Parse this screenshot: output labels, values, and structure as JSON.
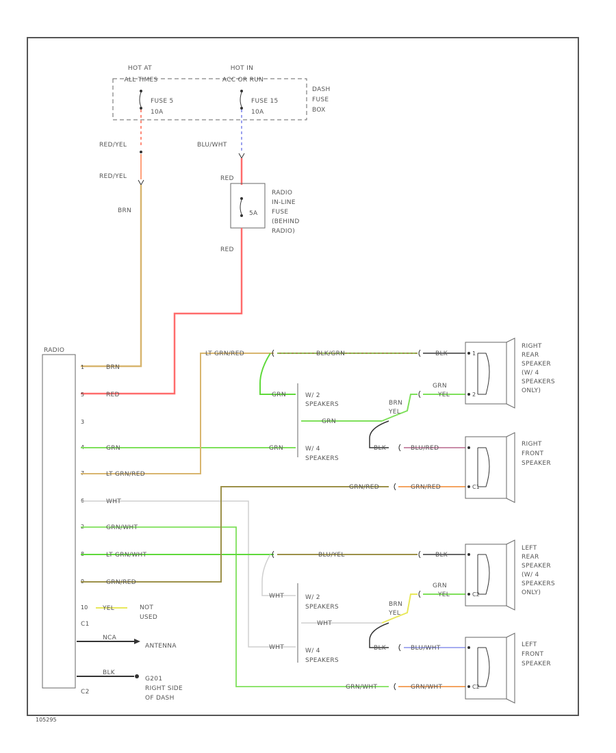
{
  "header": {
    "hot_at_all_times": [
      "HOT AT",
      "ALL TIMES"
    ],
    "hot_in_acc_run": [
      "HOT IN",
      "ACC OR RUN"
    ],
    "fuse_5": [
      "FUSE 5",
      "10A"
    ],
    "fuse_15": [
      "FUSE 15",
      "10A"
    ],
    "dash_fuse_box": [
      "DASH",
      "FUSE",
      "BOX"
    ]
  },
  "inline_fuse": {
    "rating": "5A",
    "label": [
      "RADIO",
      "IN-LINE",
      "FUSE",
      "(BEHIND",
      "RADIO)"
    ]
  },
  "radio": {
    "title": "RADIO",
    "pins": [
      "1",
      "5",
      "3",
      "4",
      "7",
      "6",
      "2",
      "8",
      "9",
      "10"
    ],
    "connectors": [
      "C1",
      "C2"
    ],
    "not_used": [
      "NOT",
      "USED"
    ],
    "antenna": "ANTENNA",
    "ground": [
      "G201",
      "RIGHT SIDE",
      "OF DASH"
    ]
  },
  "wires": {
    "red_yel": "RED/YEL",
    "blu_wht": "BLU/WHT",
    "red": "RED",
    "brn": "BRN",
    "grn": "GRN",
    "lt_grn_red": "LT GRN/RED",
    "wht": "WHT",
    "grn_wht": "GRN/WHT",
    "lt_grn_wht": "LT GRN/WHT",
    "grn_red": "GRN/RED",
    "yel": "YEL",
    "nca": "NCA",
    "blk": "BLK",
    "blk_grn": "BLK/GRN",
    "blu_red": "BLU/RED",
    "blu_yel": "BLU/YEL",
    "brn_yel": [
      "BRN",
      "YEL"
    ]
  },
  "splices": {
    "w2_speakers": [
      "W/ 2",
      "SPEAKERS"
    ],
    "w4_speakers": [
      "W/ 4",
      "SPEAKERS"
    ]
  },
  "speakers": {
    "right_rear": [
      "RIGHT",
      "REAR",
      "SPEAKER",
      "(W/ 4",
      "SPEAKERS",
      "ONLY)"
    ],
    "right_front": [
      "RIGHT",
      "FRONT",
      "SPEAKER"
    ],
    "left_rear": [
      "LEFT",
      "REAR",
      "SPEAKER",
      "(W/ 4",
      "SPEAKERS",
      "ONLY)"
    ],
    "left_front": [
      "LEFT",
      "FRONT",
      "SPEAKER"
    ],
    "pin_1": "1",
    "pin_2": "2",
    "c1": "C1",
    "c2": "C2"
  },
  "footer": {
    "code": "105295"
  },
  "colors": {
    "red": "#ff6b6b",
    "red_yel": "#ff8c7a",
    "orange": "#f4a460",
    "blue": "#9aa0ee",
    "tan": "#d8b56e",
    "green": "#7ee05a",
    "bright_green": "#5fd93a",
    "olive": "#9c9048",
    "blue_red": "#c98ca8",
    "yellow": "#e8e85a",
    "gray_wire": "#cfcfcf",
    "black": "#333333",
    "frame": "#555555"
  }
}
